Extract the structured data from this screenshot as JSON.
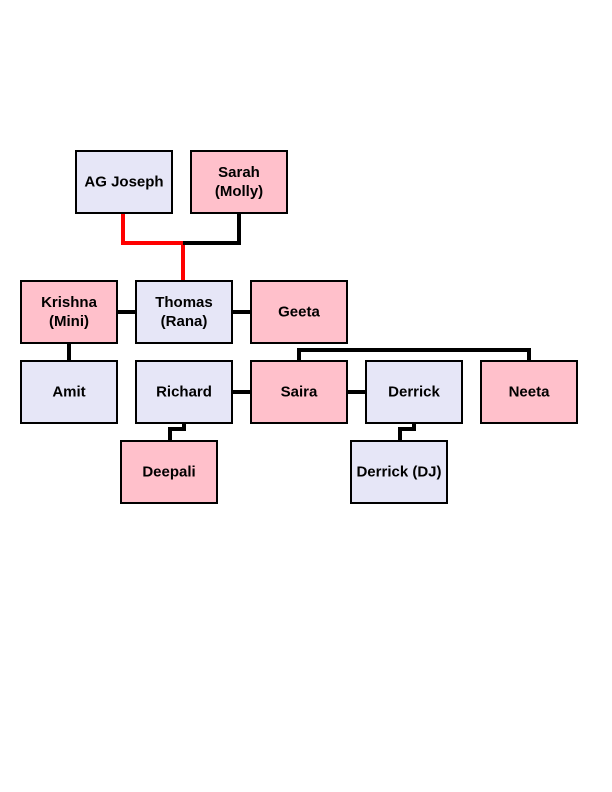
{
  "colors": {
    "male": "#e6e6f7",
    "female": "#ffc0cb",
    "line": "#000000",
    "highlight_line": "#ff0000"
  },
  "people": [
    {
      "id": "ag-joseph",
      "lines": [
        "AG Joseph"
      ],
      "gender": "male"
    },
    {
      "id": "sarah",
      "lines": [
        "Sarah",
        "(Molly)"
      ],
      "gender": "female"
    },
    {
      "id": "krishna",
      "lines": [
        "Krishna",
        "(Mini)"
      ],
      "gender": "female"
    },
    {
      "id": "thomas",
      "lines": [
        "Thomas",
        "(Rana)"
      ],
      "gender": "male"
    },
    {
      "id": "geeta",
      "lines": [
        "Geeta"
      ],
      "gender": "female"
    },
    {
      "id": "amit",
      "lines": [
        "Amit"
      ],
      "gender": "male"
    },
    {
      "id": "richard",
      "lines": [
        "Richard"
      ],
      "gender": "male"
    },
    {
      "id": "saira",
      "lines": [
        "Saira"
      ],
      "gender": "female"
    },
    {
      "id": "derrick",
      "lines": [
        "Derrick"
      ],
      "gender": "male"
    },
    {
      "id": "neeta",
      "lines": [
        "Neeta"
      ],
      "gender": "female"
    },
    {
      "id": "deepali",
      "lines": [
        "Deepali"
      ],
      "gender": "female"
    },
    {
      "id": "derrick-dj",
      "lines": [
        "Derrick (DJ)"
      ],
      "gender": "male"
    }
  ],
  "relations": [
    {
      "type": "parent-child",
      "from": "ag-joseph",
      "to": "thomas",
      "highlight": true
    },
    {
      "type": "parent-child",
      "from": "sarah",
      "to": "thomas",
      "highlight": false
    },
    {
      "type": "spouse",
      "a": "krishna",
      "b": "thomas"
    },
    {
      "type": "spouse",
      "a": "thomas",
      "b": "geeta"
    },
    {
      "type": "parent-child",
      "from": "krishna",
      "to": "amit"
    },
    {
      "type": "parent-child",
      "from": "geeta",
      "to": "saira"
    },
    {
      "type": "parent-child",
      "from": "geeta",
      "to": "neeta"
    },
    {
      "type": "spouse",
      "a": "richard",
      "b": "saira"
    },
    {
      "type": "spouse",
      "a": "saira",
      "b": "derrick"
    },
    {
      "type": "parent-child",
      "from": "richard",
      "to": "deepali"
    },
    {
      "type": "parent-child",
      "from": "derrick",
      "to": "derrick-dj"
    }
  ]
}
